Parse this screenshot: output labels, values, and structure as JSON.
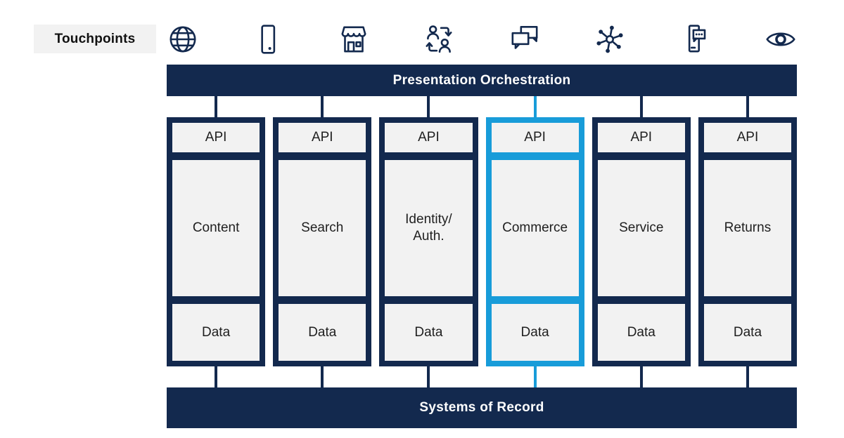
{
  "header": {
    "touchpoints_label": "Touchpoints",
    "icons": [
      {
        "name": "globe-icon"
      },
      {
        "name": "mobile-phone-icon"
      },
      {
        "name": "storefront-icon"
      },
      {
        "name": "customer-exchange-icon"
      },
      {
        "name": "chat-bubbles-icon"
      },
      {
        "name": "network-hub-icon"
      },
      {
        "name": "kiosk-messaging-icon"
      },
      {
        "name": "eye-icon"
      }
    ]
  },
  "presentation_bar": {
    "label": "Presentation Orchestration"
  },
  "systems_bar": {
    "label": "Systems of Record"
  },
  "columns": [
    {
      "api_label": "API",
      "service_label": "Content",
      "data_label": "Data",
      "highlighted": false
    },
    {
      "api_label": "API",
      "service_label": "Search",
      "data_label": "Data",
      "highlighted": false
    },
    {
      "api_label": "API",
      "service_label": "Identity/\nAuth.",
      "data_label": "Data",
      "highlighted": false
    },
    {
      "api_label": "API",
      "service_label": "Commerce",
      "data_label": "Data",
      "highlighted": true
    },
    {
      "api_label": "API",
      "service_label": "Service",
      "data_label": "Data",
      "highlighted": false
    },
    {
      "api_label": "API",
      "service_label": "Returns",
      "data_label": "Data",
      "highlighted": false
    }
  ],
  "colors": {
    "navy": "#13294e",
    "highlight_blue": "#189cd9",
    "box_fill": "#f2f2f2",
    "touchpoints_bg": "#f2f2f2"
  }
}
